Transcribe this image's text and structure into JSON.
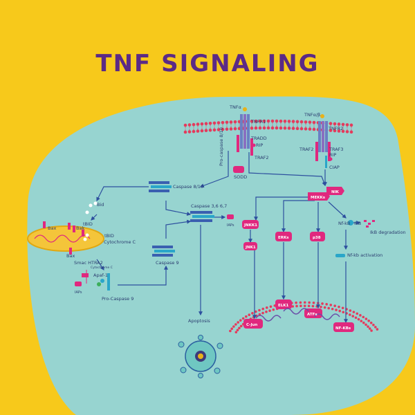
{
  "title": "TNF SIGNALING",
  "colors": {
    "background": "#f7c91b",
    "panel": "#97d4d0",
    "title": "#5b2a86",
    "protein": "#e0287e",
    "arrow": "#2d4f9e",
    "membrane": "#e43a5c"
  },
  "labels": {
    "tnfa": "TNFα",
    "tnfr1": "TNFR1",
    "procaspase810": "Pro-caspase 8/10",
    "tradd": "TRADD",
    "rip1": "RIP",
    "traf2_left": "TRAF2",
    "sodd": "SODD",
    "tnfab": "TNFα/β",
    "tnfr2": "TNFR2",
    "traf2_right": "TRAF2",
    "traf3": "TRAF3",
    "rip2": "RIP",
    "ciap": "CIAP",
    "caspase810": "Caspase 8/10",
    "bid": "Bid",
    "tbid1": "tBID",
    "tbid2": "tBID",
    "bax1": "Bax",
    "bak": "Bak",
    "bax2": "Bax",
    "cytochrome": "Cytochrome C",
    "caspase367": "Caspase 3,6 6,7",
    "iaps1": "IAPs",
    "caspase9": "Caspase 9",
    "smac": "Smac HTRA2",
    "cytochrome_small": "Cytochrome C",
    "apaf": "Apaf-1",
    "iaps2": "IAPs",
    "procaspase9": "Pro-Caspase 9",
    "apoptosis": "Apoptosis",
    "nik": "NIK",
    "mekks": "MEKKs",
    "jnkk1": "JNKK1",
    "jnk1": "JNK1",
    "erks": "ERKs",
    "p38": "p38",
    "nfkb": "Nf-kB",
    "ikb": "IkB",
    "ikb_degradation": "IkB degradation",
    "nfkb_activation": "Nf-kb activation",
    "elk1": "ELK1",
    "cjun": "C-Jun",
    "atfs": "ATFs",
    "nfkbs": "NF-KBs"
  }
}
